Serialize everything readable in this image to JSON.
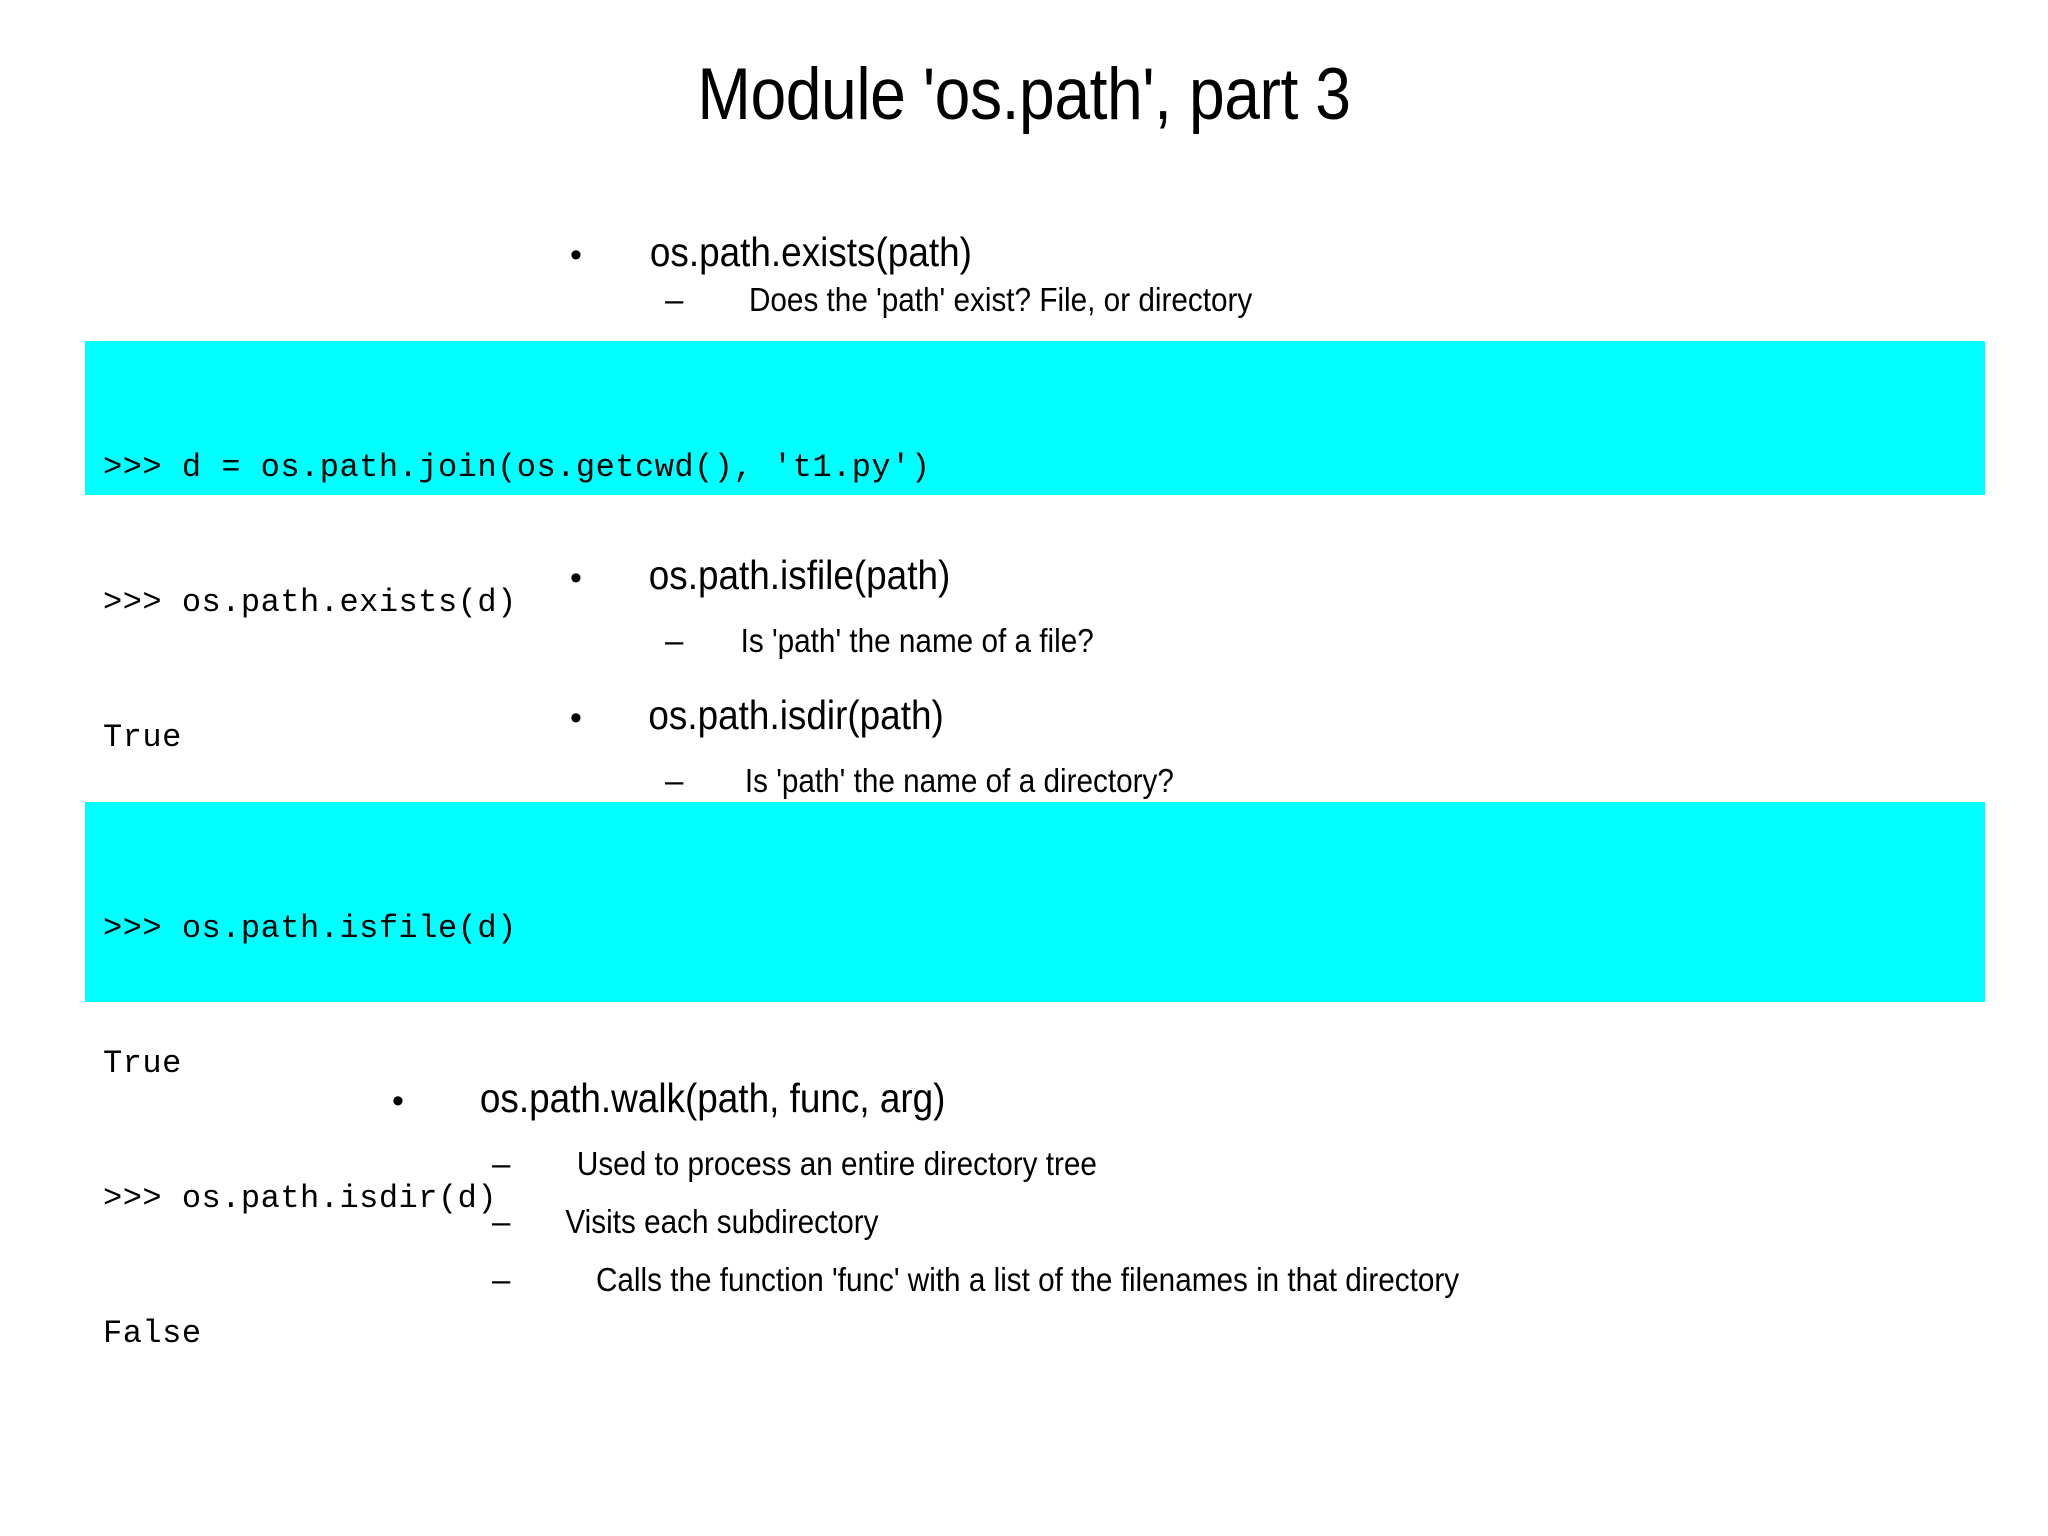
{
  "slide": {
    "title": "Module 'os.path', part 3",
    "background_color": "#FFFFFF",
    "text_color": "#000000",
    "code_block_color": "#00FFFF",
    "bullet_marker": "•",
    "sub_bullet_marker": "–"
  },
  "sections": [
    {
      "bullet": "os.path.exists(path)",
      "sub_bullets": [
        "Does the 'path' exist? File, or directory"
      ]
    },
    {
      "bullet": "os.path.isfile(path)",
      "sub_bullets": [
        "Is 'path' the name of a file?"
      ]
    },
    {
      "bullet": "os.path.isdir(path)",
      "sub_bullets": [
        "Is 'path' the name of a directory?"
      ]
    },
    {
      "bullet": "os.path.walk(path, func, arg)",
      "sub_bullets": [
        "Used to process an entire directory tree",
        "Visits each subdirectory",
        "Calls the function 'func' with a list of the filenames in that directory"
      ]
    }
  ],
  "code_blocks": [
    {
      "lines": [
        ">>> d = os.path.join(os.getcwd(), 't1.py')",
        ">>> os.path.exists(d)",
        "True"
      ]
    },
    {
      "lines": [
        ">>> os.path.isfile(d)",
        "True",
        ">>> os.path.isdir(d)",
        "False"
      ]
    }
  ]
}
